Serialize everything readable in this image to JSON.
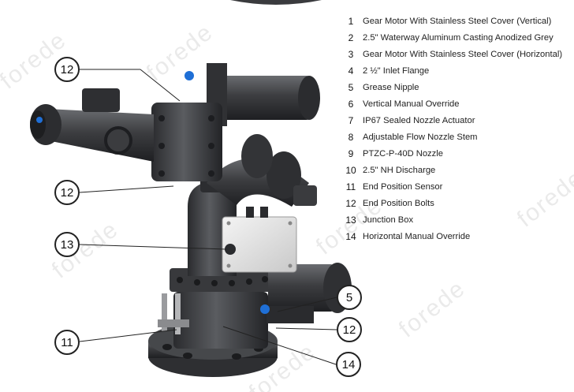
{
  "colors": {
    "body": "#3c3d40",
    "dark": "#26272a",
    "light": "#6a6c70",
    "accent_blue": "#1f6fd6",
    "line": "#222222"
  },
  "watermark": {
    "text": "forede"
  },
  "callouts": [
    "12",
    "12",
    "13",
    "5",
    "12",
    "11",
    "14"
  ],
  "legend": [
    {
      "num": "1",
      "text": "Gear Motor With Stainless Steel Cover (Vertical)"
    },
    {
      "num": "2",
      "text": "2.5\" Waterway Aluminum Casting Anodized Grey"
    },
    {
      "num": "3",
      "text": "Gear Motor With Stainless Steel Cover (Horizontal)"
    },
    {
      "num": "4",
      "text": "2 ½\" Inlet Flange"
    },
    {
      "num": "5",
      "text": "Grease Nipple"
    },
    {
      "num": "6",
      "text": "Vertical Manual Override"
    },
    {
      "num": "7",
      "text": "IP67 Sealed Nozzle Actuator"
    },
    {
      "num": "8",
      "text": "Adjustable Flow Nozzle Stem"
    },
    {
      "num": "9",
      "text": "PTZC-P-40D Nozzle"
    },
    {
      "num": "10",
      "text": "2.5\" NH Discharge"
    },
    {
      "num": "11",
      "text": "End Position Sensor"
    },
    {
      "num": "12",
      "text": "End Position Bolts"
    },
    {
      "num": "13",
      "text": "Junction Box"
    },
    {
      "num": "14",
      "text": "Horizontal Manual Override"
    }
  ]
}
